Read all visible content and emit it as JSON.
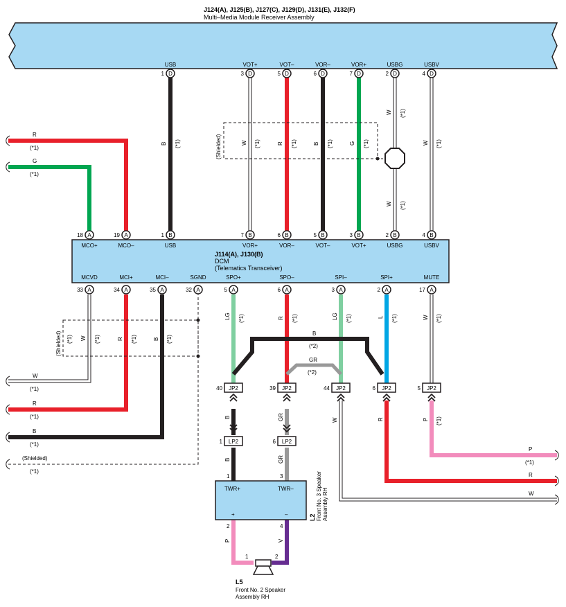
{
  "top_module": {
    "title": "J124(A), J125(B), J127(C), J129(D), J131(E), J132(F)",
    "subtitle": "Multi–Media Module Receiver Assembly",
    "pins": [
      {
        "name": "USB",
        "num": "1",
        "conn": "D"
      },
      {
        "name": "VOT+",
        "num": "3",
        "conn": "D"
      },
      {
        "name": "VOT–",
        "num": "5",
        "conn": "D"
      },
      {
        "name": "VOR–",
        "num": "6",
        "conn": "D"
      },
      {
        "name": "VOR+",
        "num": "7",
        "conn": "D"
      },
      {
        "name": "USBG",
        "num": "2",
        "conn": "D"
      },
      {
        "name": "USBV",
        "num": "4",
        "conn": "D"
      }
    ]
  },
  "dcm": {
    "title": "J114(A), J130(B)",
    "name": "DCM",
    "sub": "(Telematics Transceiver)",
    "top_pins": [
      {
        "name": "MCO+",
        "num": "18",
        "conn": "A"
      },
      {
        "name": "MCO–",
        "num": "19",
        "conn": "A"
      },
      {
        "name": "USB",
        "num": "1",
        "conn": "B"
      },
      {
        "name": "VOR+",
        "num": "7",
        "conn": "B"
      },
      {
        "name": "VOR–",
        "num": "6",
        "conn": "B"
      },
      {
        "name": "VOT–",
        "num": "5",
        "conn": "B"
      },
      {
        "name": "VOT+",
        "num": "3",
        "conn": "B"
      },
      {
        "name": "USBG",
        "num": "2",
        "conn": "B"
      },
      {
        "name": "USBV",
        "num": "4",
        "conn": "B"
      }
    ],
    "bottom_pins": [
      {
        "name": "MCVD",
        "num": "33",
        "conn": "A"
      },
      {
        "name": "MCI+",
        "num": "34",
        "conn": "A"
      },
      {
        "name": "MCI–",
        "num": "35",
        "conn": "A"
      },
      {
        "name": "SGND",
        "num": "32",
        "conn": "A"
      },
      {
        "name": "SPO+",
        "num": "5",
        "conn": "A"
      },
      {
        "name": "SPO–",
        "num": "6",
        "conn": "A"
      },
      {
        "name": "SPI–",
        "num": "3",
        "conn": "A"
      },
      {
        "name": "SPI+",
        "num": "2",
        "conn": "A"
      },
      {
        "name": "MUTE",
        "num": "17",
        "conn": "A"
      }
    ]
  },
  "wire_labels": {
    "R": "R",
    "G": "G",
    "B": "B",
    "W": "W",
    "LG": "LG",
    "L": "L",
    "P": "P",
    "V": "V",
    "GR": "GR",
    "note1": "(*1)",
    "note2": "(*2)",
    "shielded": "(Shielded)"
  },
  "jp2": {
    "label": "JP2",
    "pins": [
      "40",
      "39",
      "44",
      "6",
      "5"
    ]
  },
  "lp2": {
    "label": "LP2",
    "pins": [
      "1",
      "6"
    ]
  },
  "l2": {
    "id": "L2",
    "name_line1": "Front No. 3 Speaker",
    "name_line2": "Assembly RH",
    "pins": [
      {
        "name": "TWR+",
        "num": "1"
      },
      {
        "name": "TWR–",
        "num": "3"
      }
    ],
    "pin_plus": "+",
    "pin_minus": "–",
    "bottom_nums": [
      "2",
      "4"
    ]
  },
  "l5": {
    "id": "L5",
    "name_line1": "Front No. 2 Speaker",
    "name_line2": "Assembly RH",
    "pins": [
      "1",
      "2"
    ]
  },
  "colors": {
    "module_fill": "#a7d9f3",
    "red": "#e8202a",
    "green": "#00a651",
    "black": "#231f20",
    "light_green": "#7fcfa0",
    "blue": "#00a6e4",
    "pink": "#f28cbc",
    "violet": "#662d91",
    "gray": "#999999"
  }
}
